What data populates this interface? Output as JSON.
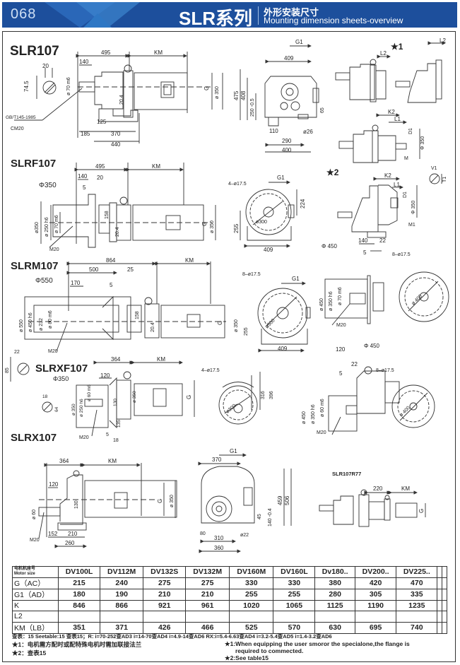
{
  "header": {
    "page_number": "068",
    "series_title": "SLR系列",
    "subtitle_cn": "外形安装尺寸",
    "subtitle_en": "Mounting dimension sheets-overview",
    "colors": {
      "banner": "#1d4f9c",
      "banner_accent": "#3d86cf",
      "text": "#ffffff"
    }
  },
  "models": {
    "slr107": {
      "label": "SLR107",
      "dims": {
        "d1": "495",
        "d2": "KM",
        "d3": "140",
        "d4": "20",
        "d5": "74.5",
        "d6": "ø 70 m6",
        "d7": "20.4",
        "d8": "ø 350",
        "d9": "G",
        "d10": "125",
        "d11": "185",
        "d12": "370",
        "d13": "440",
        "std": "GB/T145-1985",
        "cm": "CM20"
      },
      "end_view": {
        "g1": "G1",
        "w": "409",
        "h1": "475",
        "h2": "408",
        "h3": "250 -0.5",
        "h4": "65",
        "b1": "110",
        "b2": "290",
        "b3": "400",
        "hole": "ø26"
      }
    },
    "star1": {
      "label": "★1",
      "dims": {
        "l2a": "L2",
        "l2b": "L2",
        "k2": "K2",
        "l1": "L1",
        "d1": "D1",
        "d350": "Φ 350",
        "m": "M"
      }
    },
    "star2": {
      "label": "★2",
      "dims": {
        "k2": "K2",
        "l1": "L1",
        "d1": "D1",
        "d350": "Φ 350",
        "m1": "M1",
        "v1": "V1",
        "t1": "T1"
      }
    },
    "slrf107": {
      "label": "SLRF107",
      "flange": "Φ350",
      "dims": {
        "d1": "495",
        "d2": "KM",
        "d3": "140",
        "d4": "20",
        "d5": "5",
        "d6": "ø350",
        "d7": "ø 250 h6",
        "d8": "ø 70 m6",
        "d9": "158",
        "d10": "20.4",
        "d11": "G",
        "d12": "ø 350",
        "m": "M20"
      },
      "end_view": {
        "holes": "4–ø17.5",
        "g1": "G1",
        "d": "ø300",
        "h1": "224",
        "h2": "255",
        "w": "409"
      }
    },
    "slrm107": {
      "label": "SLRM107",
      "flange": "Φ550",
      "dims": {
        "d1": "864",
        "d2": "KM",
        "d3": "500",
        "d4": "25",
        "d5": "170",
        "d6": "5",
        "d7": "ø 550",
        "d8": "ø 450 h6",
        "d9": "ø 232",
        "d10": "ø 80 m6",
        "d11": "158",
        "d12": "20.4",
        "d13": "G",
        "d14": "ø 350",
        "d15": "255",
        "m": "M20",
        "d16": "22",
        "d17": "85"
      },
      "end_view": {
        "holes": "8–ø17.5",
        "g1": "G1",
        "d": "ø500",
        "w": "409"
      }
    },
    "slrm_flange": {
      "flange": "Φ 450",
      "dims": {
        "d1": "140",
        "d2": "22",
        "d3": "5",
        "d4": "ø 450",
        "d5": "ø 350 h6",
        "d6": "ø 70 m6",
        "m": "M20",
        "holes": "8–ø17.5",
        "d": "ø 400"
      }
    },
    "slrxf107": {
      "label": "SLRXF107",
      "flange": "Φ350",
      "dims": {
        "d1": "364",
        "d2": "KM",
        "d3": "120",
        "d4": "ø 350",
        "d5": "ø 250 h6",
        "d6": "ø 60 m6",
        "d7": "130",
        "d8": "ø 350",
        "d9": "G",
        "d10": "135",
        "d11": "18",
        "d12": "64",
        "m": "M20",
        "d13": "5",
        "d14": "18"
      },
      "end_view": {
        "holes": "4–ø17.5",
        "d": "ø300",
        "h1": "316",
        "h2": "396"
      }
    },
    "slrxf_flange": {
      "flange": "Φ 450",
      "dims": {
        "d1": "120",
        "d2": "22",
        "d3": "5",
        "d4": "ø 450",
        "d5": "ø 350 h6",
        "d6": "ø 60 m6",
        "m": "M20",
        "holes": "8–ø17.5",
        "d": "ø 400"
      }
    },
    "slrx107": {
      "label": "SLRX107",
      "dims": {
        "d1": "364",
        "d2": "KM",
        "d3": "120",
        "d4": "ø 60",
        "d5": "130",
        "d6": "G",
        "d7": "ø 350",
        "d8": "152",
        "d9": "210",
        "d10": "260",
        "m": "M20"
      },
      "end_view": {
        "g1": "G1",
        "w": "370",
        "h1": "459",
        "h2": "506",
        "h3": "45",
        "h4": "140 -0.4",
        "b1": "80",
        "b2": "310",
        "b3": "360",
        "hole": "ø22"
      }
    },
    "slr107r77": {
      "label": "SLR107R77",
      "dims": {
        "d1": "220",
        "d2": "KM",
        "d3": "G"
      }
    }
  },
  "table": {
    "header_cn": "电机机座号",
    "header_en": "Motor size",
    "columns": [
      "DV100L",
      "DV112M",
      "DV132S",
      "DV132M",
      "DV160M",
      "DV160L",
      "Dv180..",
      "DV200..",
      "DV225..",
      "",
      ""
    ],
    "rows": [
      {
        "label": "G（AC）",
        "values": [
          "215",
          "240",
          "275",
          "275",
          "330",
          "330",
          "380",
          "420",
          "470",
          "",
          ""
        ]
      },
      {
        "label": "G1（AD）",
        "values": [
          "180",
          "190",
          "210",
          "210",
          "255",
          "255",
          "280",
          "305",
          "335",
          "",
          ""
        ]
      },
      {
        "label": "K",
        "values": [
          "846",
          "866",
          "921",
          "961",
          "1020",
          "1065",
          "1125",
          "1190",
          "1235",
          "",
          ""
        ]
      },
      {
        "label": "L2",
        "values": [
          "",
          "",
          "",
          "",
          "",
          "",
          "",
          "",
          "",
          "",
          ""
        ]
      },
      {
        "label": "KM（LB）",
        "values": [
          "351",
          "371",
          "426",
          "466",
          "525",
          "570",
          "630",
          "695",
          "740",
          "",
          ""
        ]
      }
    ]
  },
  "notes": {
    "ratio_line": "查表：15  Seetable:15 查表15；R: i=70-252查AD3  i=14-70查AD4  i=4.9-14查AD6  RX:i=5.4-6.63查AD4  i=3.2-5.4查AD5  i=1.4-3.2查AD6",
    "star1_cn": "★1：电机需方配时或配特殊电机时需加联接法兰",
    "star2_cn": "★2：查表15",
    "star1_en_1": "★1:When equipping the user smoror the specialone,the flange is",
    "star1_en_2": "required to commected.",
    "star2_en": "★2:See table15"
  }
}
